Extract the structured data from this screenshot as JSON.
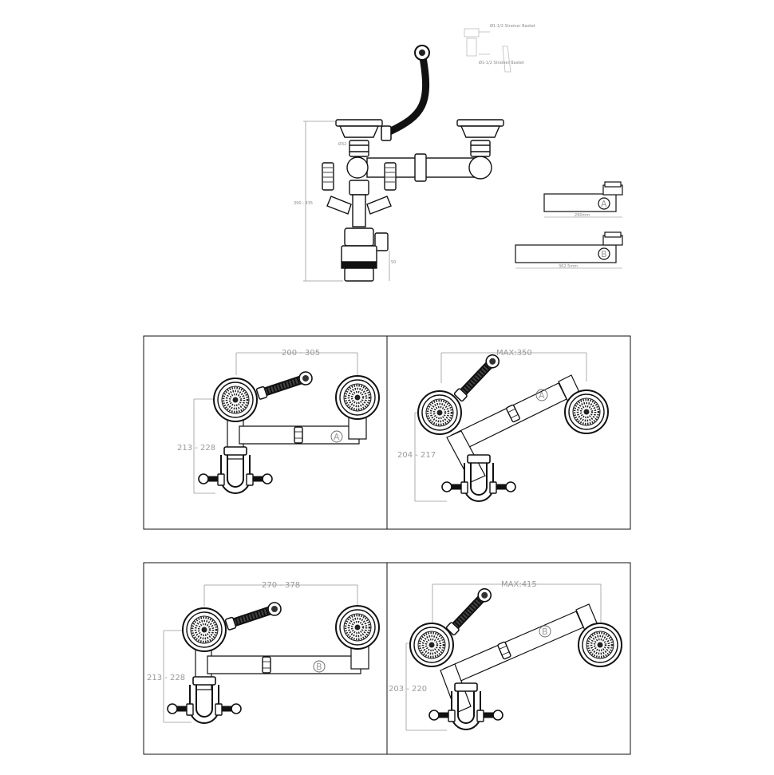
{
  "top_drawing": {
    "height_dim": "390 - 435",
    "small_dim": "50",
    "tag_dim": "Ø32",
    "note_1": "Ø1-1/2 Strainer Basket",
    "note_2": "Ø1-1/2 Strainer Basket",
    "pipe_a_label": "A",
    "pipe_a_len": "290mm",
    "pipe_b_label": "B",
    "pipe_b_len": "362.5mm"
  },
  "panels": [
    {
      "width_dim": "200 - 305",
      "height_dim": "213 - 228",
      "pipe_label": "A"
    },
    {
      "width_dim": "MAX:350",
      "height_dim": "204 - 217",
      "pipe_label": "A"
    },
    {
      "width_dim": "270 - 378",
      "height_dim": "213 - 228",
      "pipe_label": "B"
    },
    {
      "width_dim": "MAX:415",
      "height_dim": "203 - 220",
      "pipe_label": "B"
    }
  ]
}
